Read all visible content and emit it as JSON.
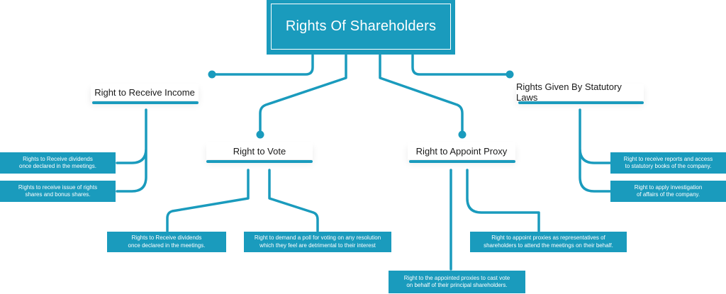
{
  "title": "Rights Of Shareholders",
  "colors": {
    "accent": "#1a9bbd",
    "text": "#1a1a1a",
    "background": "#ffffff"
  },
  "categories": {
    "income": {
      "label": "Right to Receive Income",
      "items": [
        "Rights to Receive dividends\nonce declared in the meetings.",
        "Rights to receive issue of rights\nshares and bonus shares."
      ]
    },
    "vote": {
      "label": "Right to Vote",
      "items": [
        "Rights to Receive dividends\nonce declared in the meetings.",
        "Right to demand a poll for voting on any resolution\nwhich they feel are detrimental to their interest"
      ]
    },
    "proxy": {
      "label": "Right to Appoint Proxy",
      "items": [
        "Right to the appointed proxies to cast vote\non behalf of their principal shareholders.",
        "Right to appoint proxies as representatives of\nshareholders to attend the meetings on their behalf."
      ]
    },
    "statutory": {
      "label": "Rights Given By Statutory Laws",
      "items": [
        "Right to receive reports and access\nto statutory books of the company.",
        "Right to apply investigation\nof affairs of the company."
      ]
    }
  }
}
